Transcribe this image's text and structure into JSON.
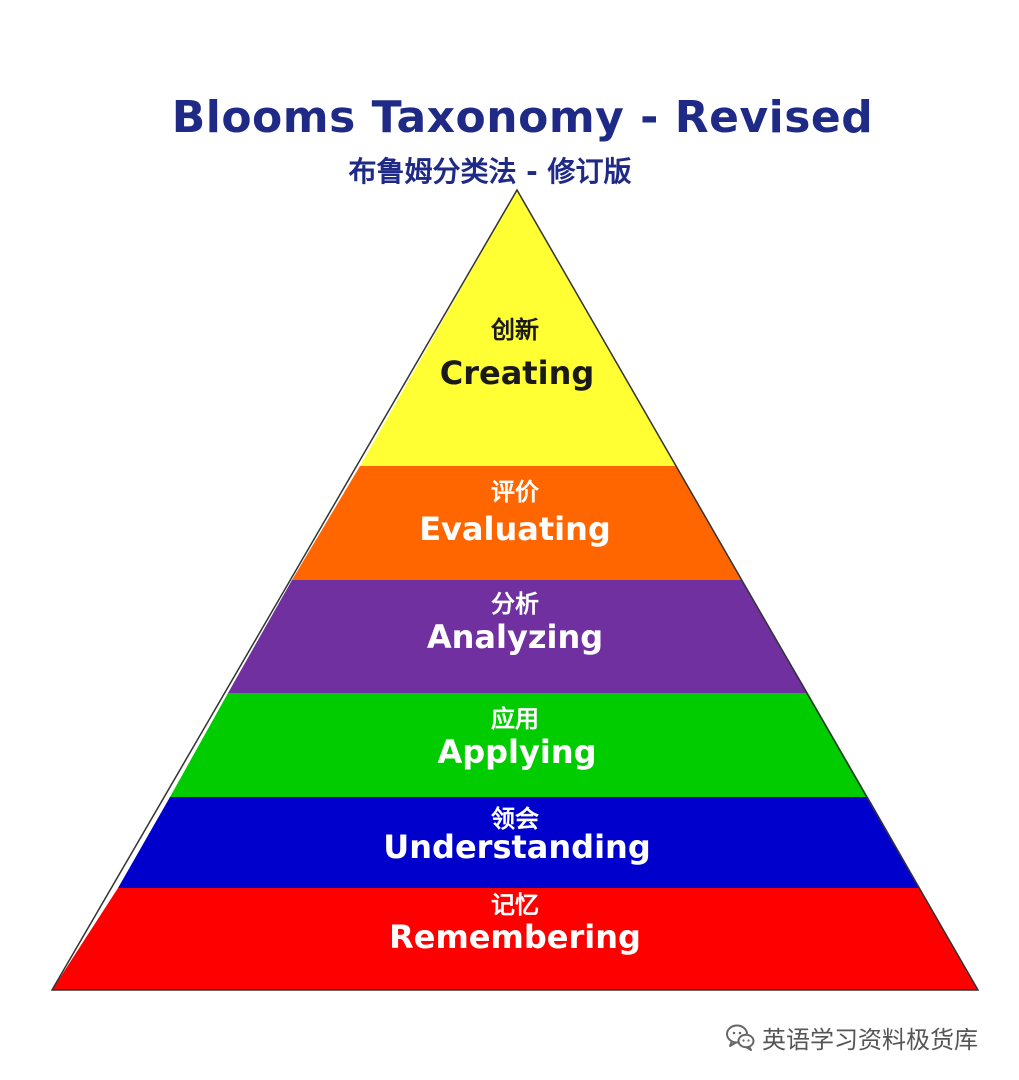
{
  "title": "Blooms Taxonomy - Revised",
  "subtitle": "布鲁姆分类法 - 修订版",
  "levels": [
    {
      "zh": "创新",
      "en": "Creating",
      "color": "#ffff33",
      "text_color": "#1a1a1a"
    },
    {
      "zh": "评价",
      "en": "Evaluating",
      "color": "#ff6600",
      "text_color": "#ffffff"
    },
    {
      "zh": "分析",
      "en": "Analyzing",
      "color": "#7030a0",
      "text_color": "#ffffff"
    },
    {
      "zh": "应用",
      "en": "Applying",
      "color": "#00cc00",
      "text_color": "#ffffff"
    },
    {
      "zh": "领会",
      "en": "Understanding",
      "color": "#0000cc",
      "text_color": "#ffffff"
    },
    {
      "zh": "记忆",
      "en": "Remembering",
      "color": "#ff0000",
      "text_color": "#ffffff"
    }
  ],
  "watermark": {
    "text": "英语学习资料极货库",
    "icon": "wechat-icon"
  }
}
